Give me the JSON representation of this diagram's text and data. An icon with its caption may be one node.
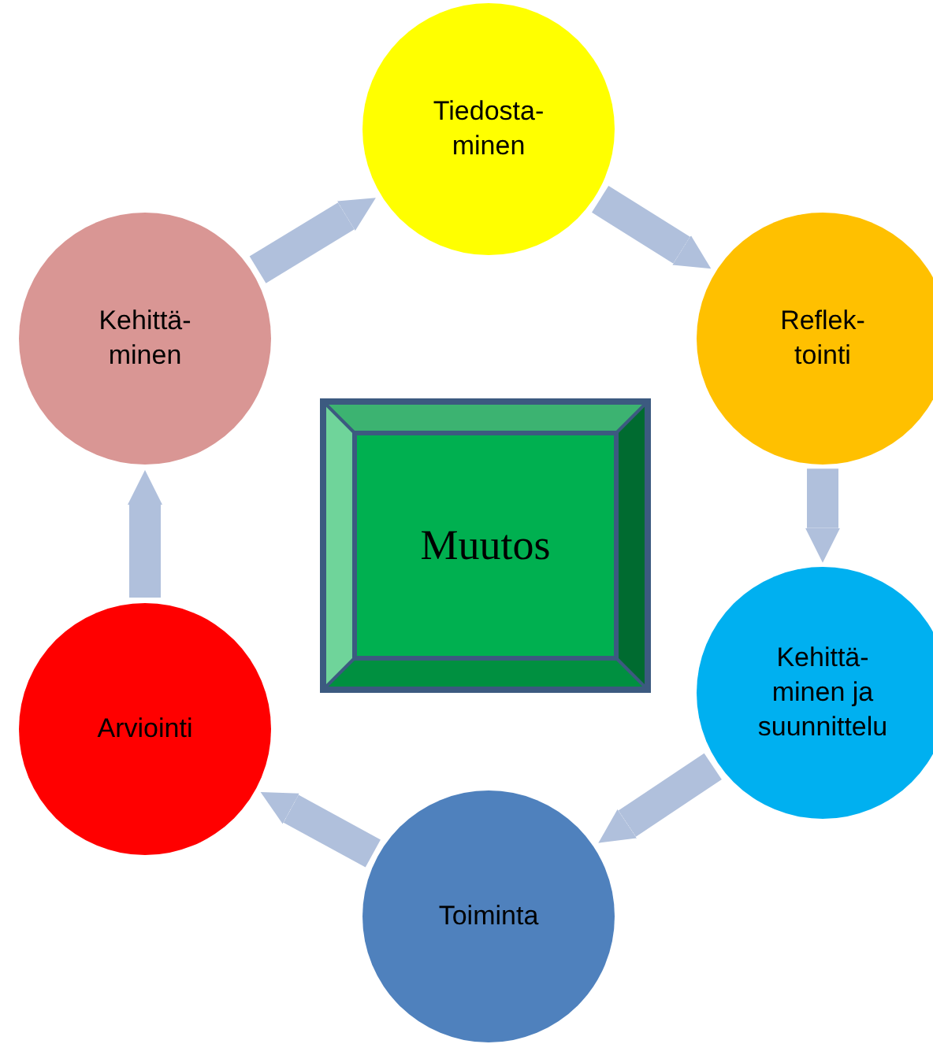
{
  "diagram": {
    "nodes": [
      {
        "text": [
          "Tiedosta- minen"
        ]
      },
      {
        "text": [
          "Kehittä- minen"
        ]
      },
      {
        "text": [
          "Reflek- tointi"
        ]
      },
      {
        "text": [
          "Muutos"
        ]
      },
      {
        "text": [
          "Kehittä- minen ja suunnittelu"
        ]
      },
      {
        "text": [
          "Arviointi"
        ]
      },
      {
        "text": [
          "Toiminta"
        ]
      }
    ],
    "edges": [
      {
        "from": 1,
        "to": 0,
        "arrow": "to"
      },
      {
        "from": 0,
        "to": 2,
        "arrow": "to"
      },
      {
        "from": 2,
        "to": 4,
        "arrow": "to"
      },
      {
        "from": 4,
        "to": 6,
        "arrow": "to"
      },
      {
        "from": 6,
        "to": 5,
        "arrow": "to"
      },
      {
        "from": 5,
        "to": 1,
        "arrow": "to"
      }
    ]
  }
}
